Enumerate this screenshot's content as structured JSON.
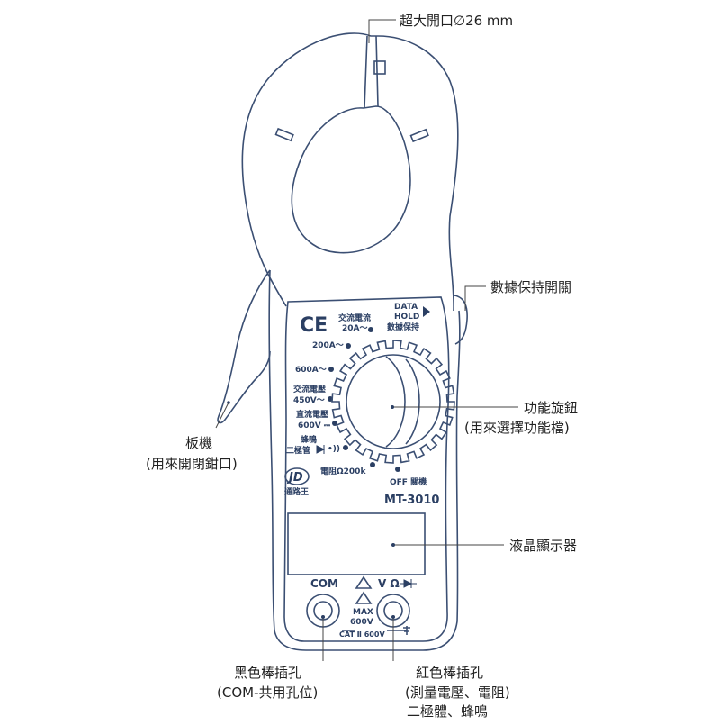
{
  "callouts": {
    "jaw_opening": "超大開口∅26 mm",
    "data_hold_switch": "數據保持開關",
    "function_dial": "功能旋鈕",
    "function_dial_note": "(用來選擇功能檔)",
    "trigger": "板機",
    "trigger_note": "(用來開閉鉗口)",
    "lcd": "液晶顯示器",
    "com_socket": "黑色棒插孔",
    "com_socket_note": "(COM-共用孔位)",
    "red_socket": "紅色棒插孔",
    "red_socket_note1": "(測量電壓、電阻)",
    "red_socket_note2": "二極體、蜂鳴"
  },
  "panel": {
    "ce_mark": "CE",
    "data_hold_1": "DATA",
    "data_hold_2": "HOLD",
    "data_hold_3": "數據保持",
    "acv_current_1": "交流電流",
    "acv_current_2": "20A～",
    "range_200a": "200A～",
    "range_600a": "600A～",
    "ac_voltage_1": "交流電壓",
    "ac_voltage_2": "450V～",
    "dc_voltage_1": "直流電壓",
    "dc_voltage_2": "600V ⎓",
    "buzzer_1": "蜂鳴",
    "buzzer_2": "二極管",
    "resistance": "電阻Ω200k",
    "off": "OFF 關機",
    "brand_logo": "JD",
    "brand_name": "通路王",
    "model": "MT-3010",
    "com_label": "COM",
    "v_ohm_label": "V Ω",
    "max_label_1": "MAX",
    "max_label_2": "600V",
    "cat_label": "CAT Ⅱ 600V"
  },
  "colors": {
    "ink": "#2b3f63",
    "outline": "#3b4f73",
    "background": "#ffffff"
  }
}
